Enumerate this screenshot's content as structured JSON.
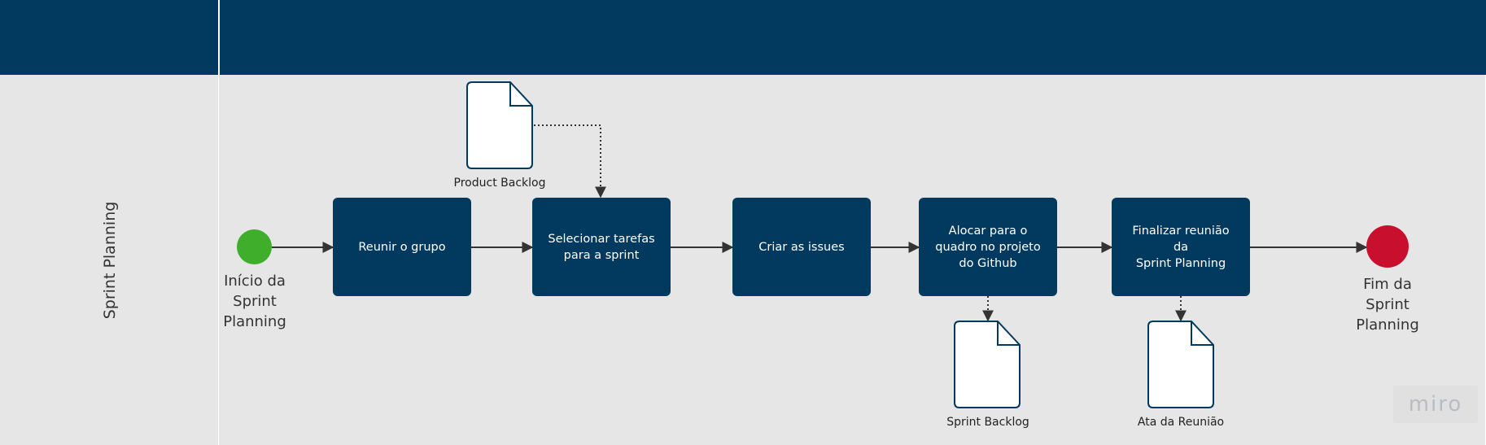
{
  "diagram": {
    "lane": {
      "label": "Sprint Planning"
    },
    "start_event": {
      "label_lines": [
        "Início da",
        "Sprint",
        "Planning"
      ],
      "color": "#3fae2a"
    },
    "end_event": {
      "label_lines": [
        "Fim da",
        "Sprint",
        "Planning"
      ],
      "color": "#c8102e"
    },
    "tasks": [
      {
        "lines": [
          "Reunir o grupo"
        ]
      },
      {
        "lines": [
          "Selecionar tarefas",
          "para a sprint"
        ]
      },
      {
        "lines": [
          "Criar as issues"
        ]
      },
      {
        "lines": [
          "Alocar para o",
          "quadro no projeto",
          "do Github"
        ]
      },
      {
        "lines": [
          "Finalizar reunião da",
          "Sprint Planning"
        ]
      }
    ],
    "documents": [
      {
        "label": "Product Backlog"
      },
      {
        "label": "Sprint Backlog"
      },
      {
        "label": "Ata da Reunião"
      }
    ],
    "colors": {
      "header": "#02395e",
      "task": "#02395e",
      "background": "#e6e6e6"
    }
  },
  "watermark": {
    "text": "miro"
  }
}
